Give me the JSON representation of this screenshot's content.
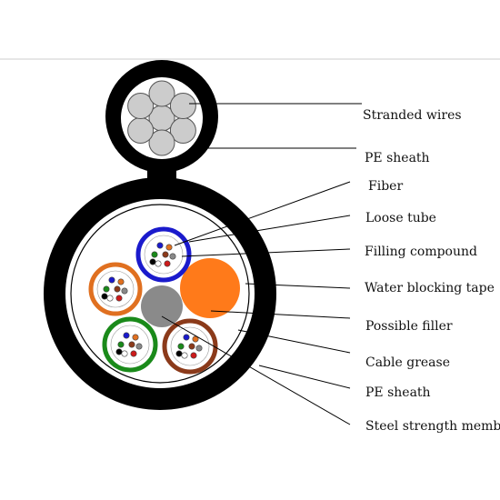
{
  "labels": {
    "stranded_wires": "Stranded wires",
    "pe_sheath_top": "PE sheath",
    "fiber": "Fiber",
    "loose_tube": "Loose tube",
    "filling_compound": "Filling compound",
    "water_blocking_tape": "Water blocking tape",
    "possible_filler": "Possible filler",
    "cable_grease": "Cable grease",
    "pe_sheath_bottom": "PE sheath",
    "steel_strength_member": "Steel strength member"
  },
  "colors": {
    "sheath": "#000000",
    "wire_fill": "#cccccc",
    "tube_blue": "#1a1acc",
    "tube_orange": "#e07020",
    "tube_green": "#1a8a1a",
    "tube_brown": "#8b3a1a",
    "filler_orange": "#ff7a1a",
    "center_member": "#8a8a8a",
    "fiber_colors": [
      "#1a1acc",
      "#e07020",
      "#1a8a1a",
      "#8b3a1a",
      "#888888",
      "#ffffff",
      "#cc1a1a",
      "#000000"
    ]
  }
}
